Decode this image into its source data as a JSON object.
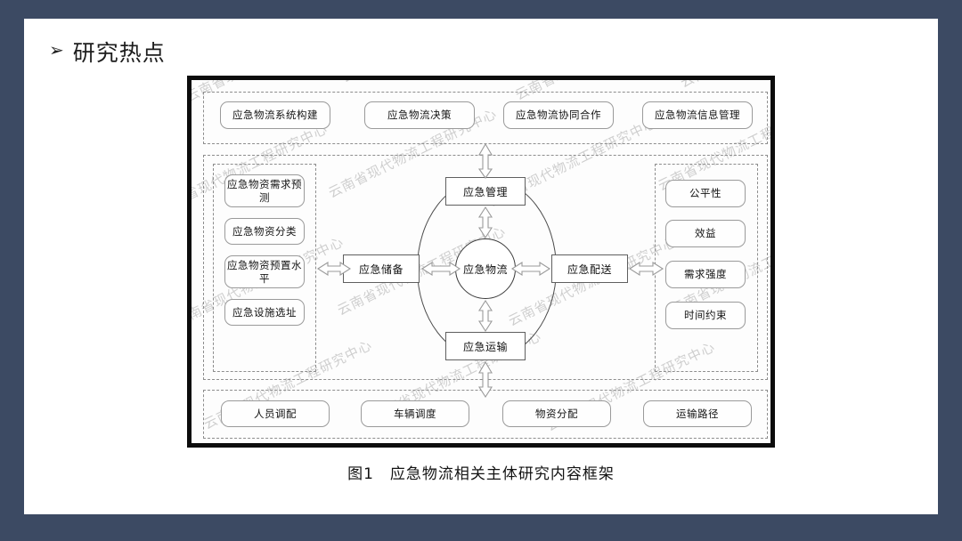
{
  "slide": {
    "bullet_glyph": "➢",
    "heading": "研究热点",
    "caption": "图1　应急物流相关主体研究内容框架",
    "background_color": "#3c4a63",
    "page_color": "#ffffff"
  },
  "watermark": {
    "text": "云南省现代物流工程研究中心"
  },
  "figure": {
    "top_row": [
      {
        "label": "应急物流系统构建"
      },
      {
        "label": "应急物流决策"
      },
      {
        "label": "应急物流协同合作"
      },
      {
        "label": "应急物流信息管理"
      }
    ],
    "left_column": [
      {
        "label": "应急物资需求预测"
      },
      {
        "label": "应急物资分类"
      },
      {
        "label": "应急物资预置水平"
      },
      {
        "label": "应急设施选址"
      }
    ],
    "right_column": [
      {
        "label": "公平性"
      },
      {
        "label": "效益"
      },
      {
        "label": "需求强度"
      },
      {
        "label": "时间约束"
      }
    ],
    "bottom_row": [
      {
        "label": "人员调配"
      },
      {
        "label": "车辆调度"
      },
      {
        "label": "物资分配"
      },
      {
        "label": "运输路径"
      }
    ],
    "center": {
      "core": "应急物流",
      "top": "应急管理",
      "bottom": "应急运输",
      "left": "应急储备",
      "right": "应急配送"
    }
  }
}
